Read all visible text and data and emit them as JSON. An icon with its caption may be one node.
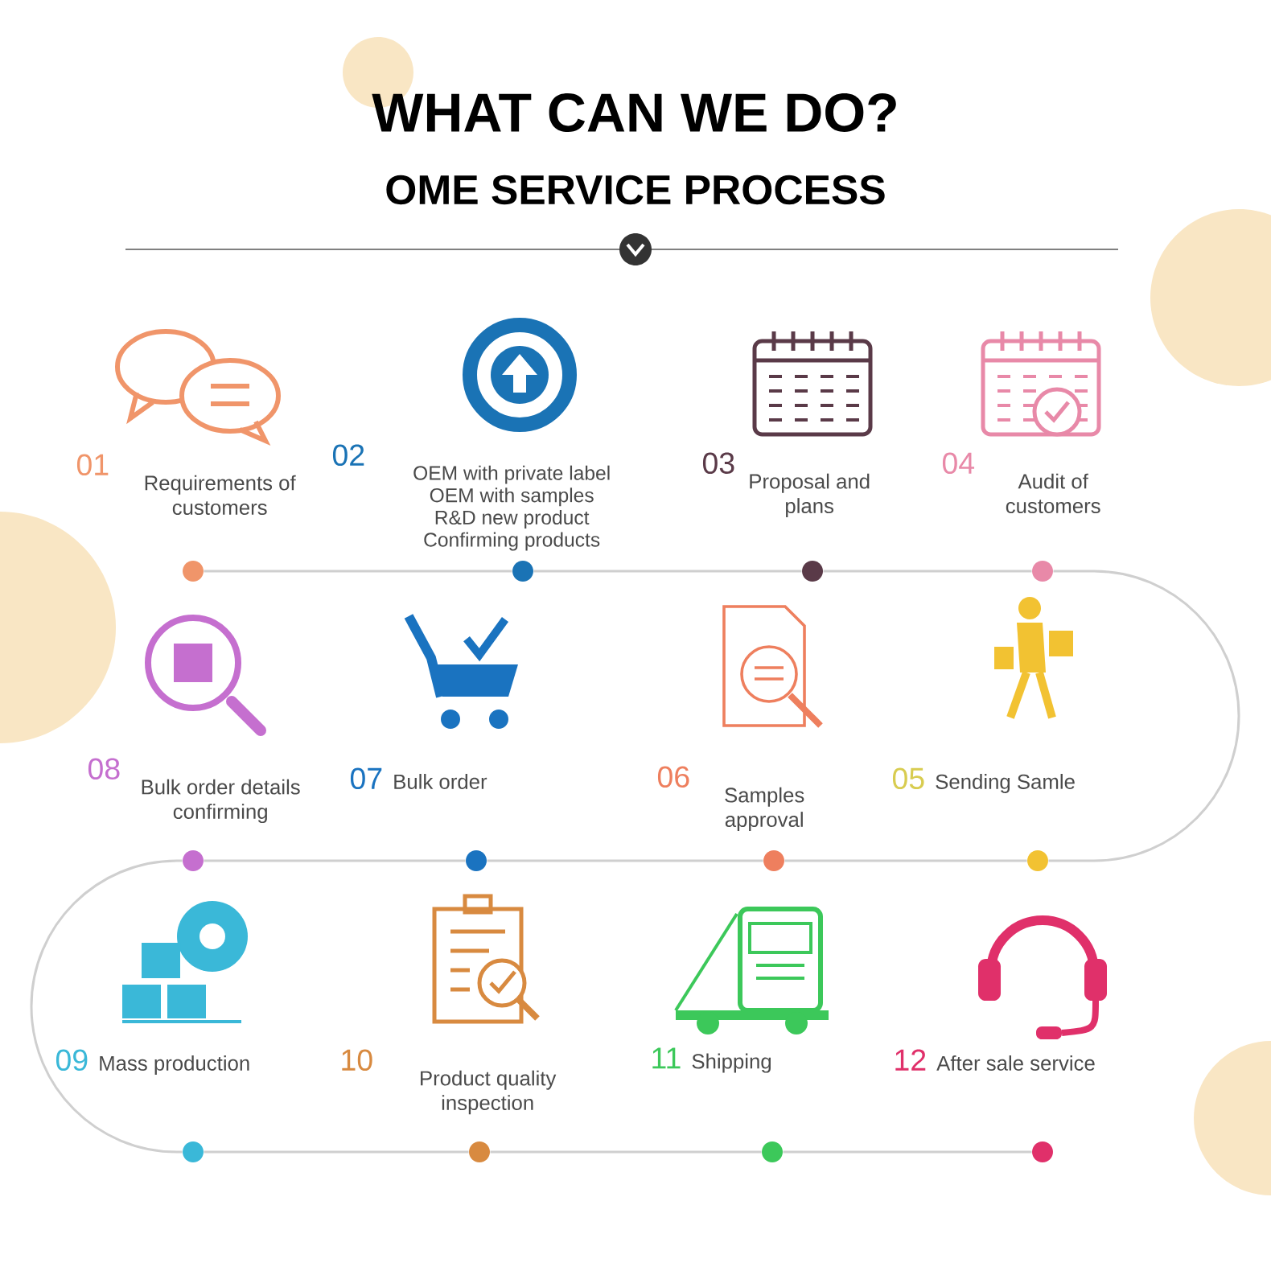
{
  "diagram": {
    "title": "WHAT CAN WE DO?",
    "nodes": [
      {
        "text": [
          "01",
          "Requirements of customers"
        ]
      },
      {
        "text": [
          "02",
          "OEM with private label",
          "OEM with samples",
          "R&D new product",
          "Confirming products"
        ]
      },
      {
        "text": [
          "03",
          "Proposal and plans"
        ]
      },
      {
        "text": [
          "04",
          "Audit of customers"
        ]
      },
      {
        "text": [
          "08",
          "Bulk order details confirming"
        ]
      },
      {
        "text": [
          "07",
          "Bulk order"
        ]
      },
      {
        "text": [
          "06",
          "Samples approval"
        ]
      },
      {
        "text": [
          "05",
          "Sending Samle"
        ]
      },
      {
        "text": [
          "09",
          "Mass production"
        ]
      },
      {
        "text": [
          "10",
          "Product quality inspection"
        ]
      },
      {
        "text": [
          "11",
          "Shipping"
        ]
      },
      {
        "text": [
          "12",
          "After sale service"
        ]
      },
      {
        "text": [],
        "shape": "circle"
      },
      {
        "text": [],
        "shape": "circle"
      },
      {
        "text": [],
        "shape": "circle"
      },
      {
        "text": [],
        "shape": "circle"
      },
      {
        "text": [],
        "shape": "circle"
      },
      {
        "text": [],
        "shape": "circle"
      },
      {
        "text": [],
        "shape": "circle"
      },
      {
        "text": [],
        "shape": "circle"
      },
      {
        "text": [],
        "shape": "circle"
      },
      {
        "text": [],
        "shape": "circle"
      },
      {
        "text": [],
        "shape": "circle"
      },
      {
        "text": [],
        "shape": "circle"
      }
    ],
    "edges": [
      {
        "from": 12,
        "to": 13,
        "arrow": "none"
      },
      {
        "from": 13,
        "to": 14,
        "arrow": "none"
      },
      {
        "from": 14,
        "to": 15,
        "arrow": "none"
      },
      {
        "from": 15,
        "to": 19,
        "arrow": "none"
      },
      {
        "from": 19,
        "to": 18,
        "arrow": "none"
      },
      {
        "from": 18,
        "to": 17,
        "arrow": "none"
      },
      {
        "from": 17,
        "to": 16,
        "arrow": "none"
      },
      {
        "from": 16,
        "to": 20,
        "arrow": "none"
      },
      {
        "from": 20,
        "to": 21,
        "arrow": "none"
      },
      {
        "from": 21,
        "to": 22,
        "arrow": "none"
      },
      {
        "from": 22,
        "to": 23,
        "arrow": "none"
      }
    ],
    "labels": [
      "OME SERVICE PROCESS"
    ]
  }
}
